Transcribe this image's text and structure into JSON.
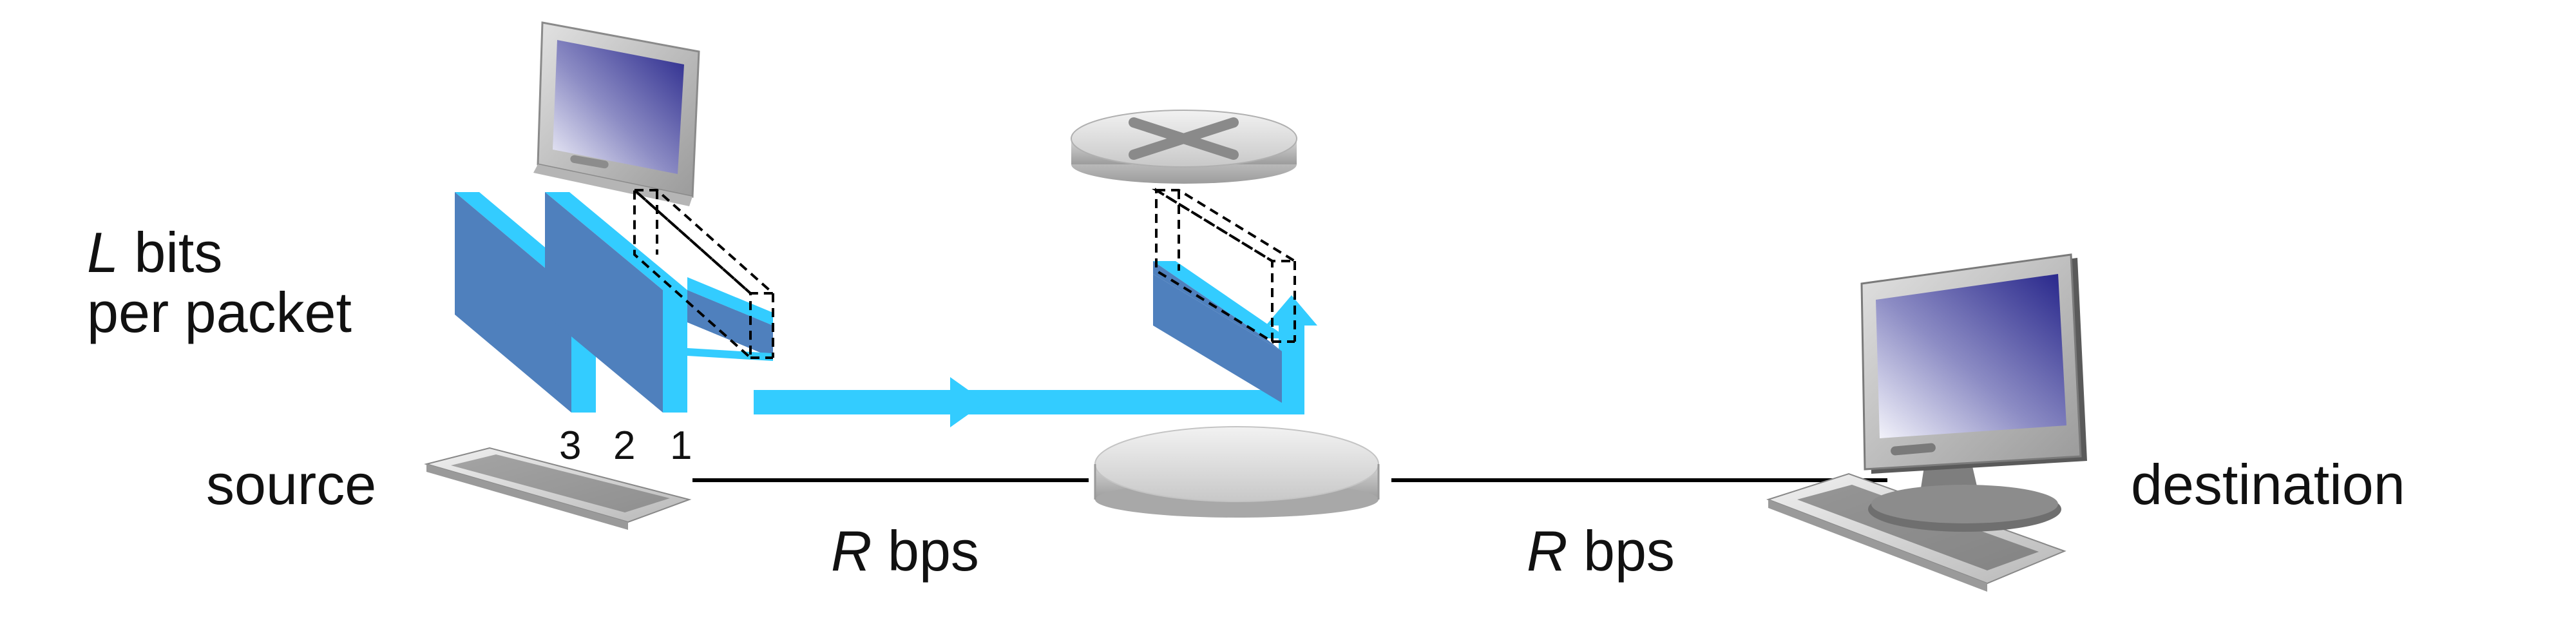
{
  "labels": {
    "packet_size": {
      "var": "L",
      "line1_rest": " bits",
      "line2": "per packet"
    },
    "source": "source",
    "destination": "destination",
    "link_rate_1": {
      "var": "R",
      "rest": " bps"
    },
    "link_rate_2": {
      "var": "R",
      "rest": " bps"
    },
    "packet_numbers": [
      "3",
      "2",
      "1"
    ]
  },
  "colors": {
    "packet_face": "#4f80bd",
    "packet_edge": "#33ccff",
    "link_line": "#000000",
    "flow_arrow": "#33ccff",
    "screen_gradient_dark": "#2b2a8c",
    "dashed_outline": "#000000"
  },
  "icons": [
    "source-computer-icon",
    "router-icon",
    "destination-computer-icon",
    "keyboard-icon"
  ]
}
